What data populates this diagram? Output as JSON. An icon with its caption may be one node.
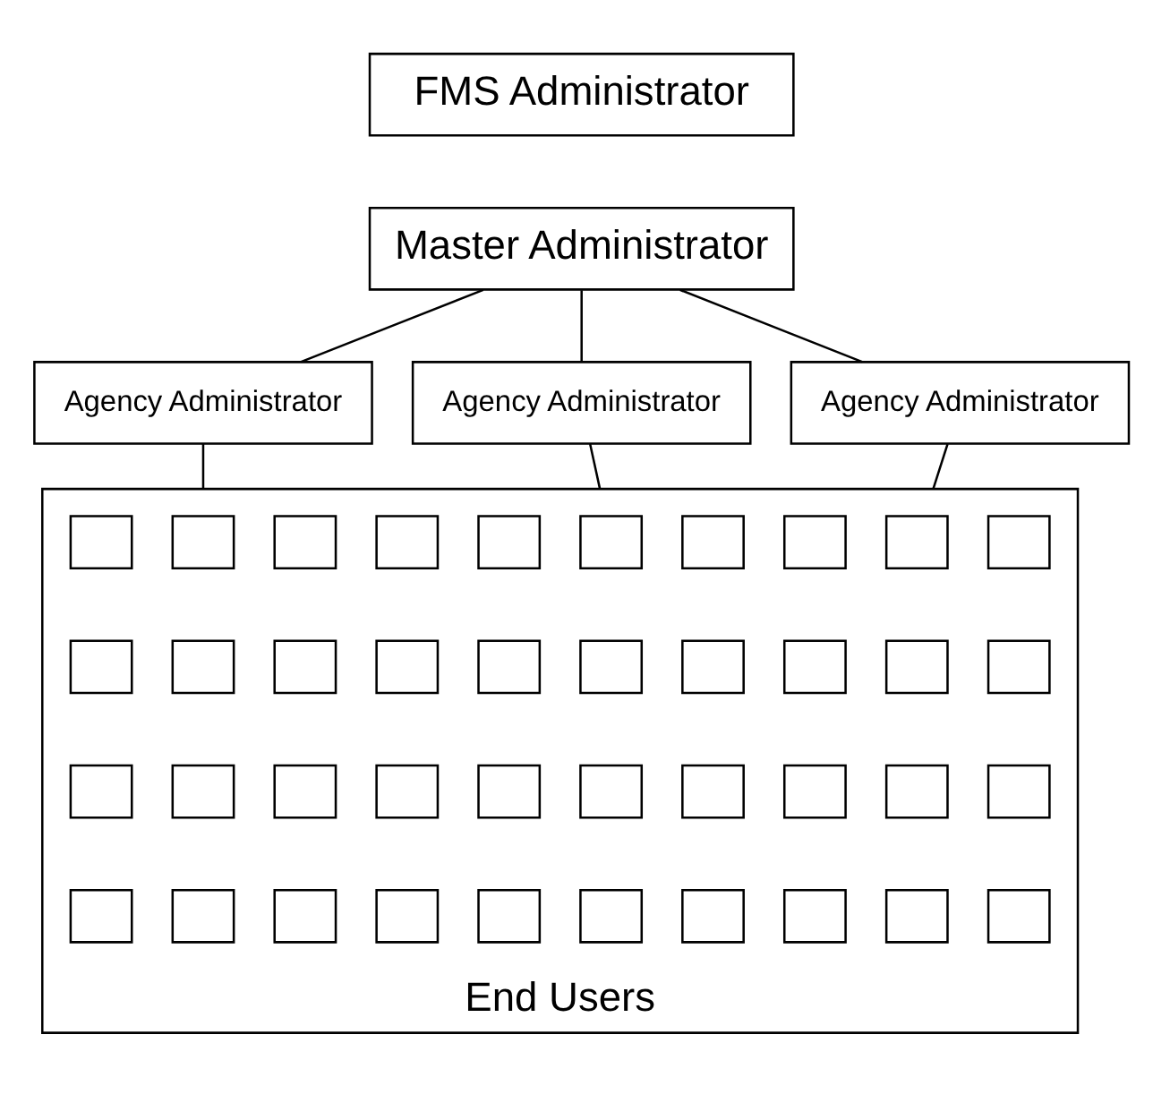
{
  "diagram": {
    "nodes": [
      {
        "text": [
          "FMS Administrator"
        ]
      },
      {
        "text": [
          "Master Administrator"
        ]
      },
      {
        "text": [
          "Agency Administrator"
        ]
      },
      {
        "text": [
          "Agency Administrator"
        ]
      },
      {
        "text": [
          "Agency Administrator"
        ]
      },
      {
        "text": [
          "End Users"
        ]
      },
      {
        "text": [],
        "shape": "box",
        "in": 5
      },
      {
        "text": [],
        "shape": "box",
        "in": 5
      },
      {
        "text": [],
        "shape": "box",
        "in": 5
      },
      {
        "text": [],
        "shape": "box",
        "in": 5
      },
      {
        "text": [],
        "shape": "box",
        "in": 5
      },
      {
        "text": [],
        "shape": "box",
        "in": 5
      },
      {
        "text": [],
        "shape": "box",
        "in": 5
      },
      {
        "text": [],
        "shape": "box",
        "in": 5
      },
      {
        "text": [],
        "shape": "box",
        "in": 5
      },
      {
        "text": [],
        "shape": "box",
        "in": 5
      },
      {
        "text": [],
        "shape": "box",
        "in": 5
      },
      {
        "text": [],
        "shape": "box",
        "in": 5
      },
      {
        "text": [],
        "shape": "box",
        "in": 5
      },
      {
        "text": [],
        "shape": "box",
        "in": 5
      },
      {
        "text": [],
        "shape": "box",
        "in": 5
      },
      {
        "text": [],
        "shape": "box",
        "in": 5
      },
      {
        "text": [],
        "shape": "box",
        "in": 5
      },
      {
        "text": [],
        "shape": "box",
        "in": 5
      },
      {
        "text": [],
        "shape": "box",
        "in": 5
      },
      {
        "text": [],
        "shape": "box",
        "in": 5
      },
      {
        "text": [],
        "shape": "box",
        "in": 5
      },
      {
        "text": [],
        "shape": "box",
        "in": 5
      },
      {
        "text": [],
        "shape": "box",
        "in": 5
      },
      {
        "text": [],
        "shape": "box",
        "in": 5
      },
      {
        "text": [],
        "shape": "box",
        "in": 5
      },
      {
        "text": [],
        "shape": "box",
        "in": 5
      },
      {
        "text": [],
        "shape": "box",
        "in": 5
      },
      {
        "text": [],
        "shape": "box",
        "in": 5
      },
      {
        "text": [],
        "shape": "box",
        "in": 5
      },
      {
        "text": [],
        "shape": "box",
        "in": 5
      },
      {
        "text": [],
        "shape": "box",
        "in": 5
      },
      {
        "text": [],
        "shape": "box",
        "in": 5
      },
      {
        "text": [],
        "shape": "box",
        "in": 5
      },
      {
        "text": [],
        "shape": "box",
        "in": 5
      },
      {
        "text": [],
        "shape": "box",
        "in": 5
      },
      {
        "text": [],
        "shape": "box",
        "in": 5
      },
      {
        "text": [],
        "shape": "box",
        "in": 5
      },
      {
        "text": [],
        "shape": "box",
        "in": 5
      },
      {
        "text": [],
        "shape": "box",
        "in": 5
      },
      {
        "text": [],
        "shape": "box",
        "in": 5
      }
    ],
    "edges": [
      {
        "from": 1,
        "to": 2,
        "arrow": "none"
      },
      {
        "from": 1,
        "to": 3,
        "arrow": "none"
      },
      {
        "from": 1,
        "to": 4,
        "arrow": "none"
      },
      {
        "from": 2,
        "to": 5,
        "arrow": "none"
      },
      {
        "from": 3,
        "to": 5,
        "arrow": "none"
      },
      {
        "from": 4,
        "to": 5,
        "arrow": "none"
      }
    ]
  }
}
